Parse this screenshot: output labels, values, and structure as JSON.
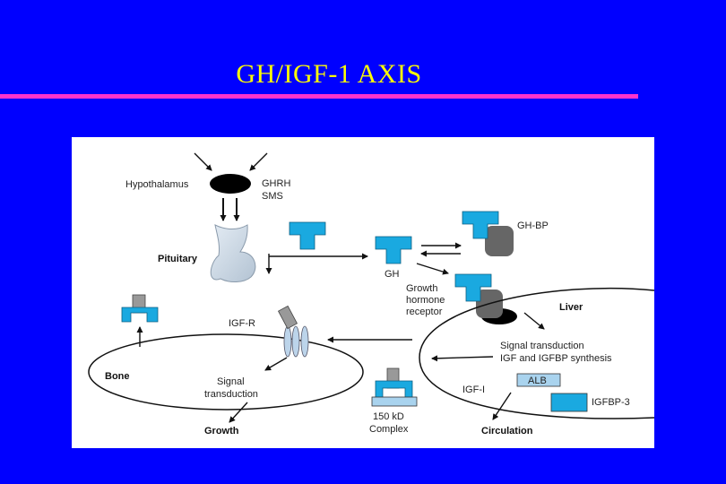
{
  "slide": {
    "title": "GH/IGF-1 AXIS",
    "colors": {
      "background": "#0000ff",
      "title": "#ffff00",
      "rule": "#ff33cc",
      "hormone": "#1aa9e0",
      "grey_receptor": "#666666",
      "alb": "#a9d3ee"
    }
  },
  "diagram": {
    "labels": {
      "hypothalamus": "Hypothalamus",
      "ghrh": "GHRH",
      "sms": "SMS",
      "pituitary": "Pituitary",
      "gh": "GH",
      "gh_bp": "GH-BP",
      "gh_receptor_1": "Growth",
      "gh_receptor_2": "hormone",
      "gh_receptor_3": "receptor",
      "liver": "Liver",
      "signal_synth_1": "Signal transduction",
      "signal_synth_2": "IGF and IGFBP synthesis",
      "igf_r": "IGF-R",
      "bone": "Bone",
      "signal_1": "Signal",
      "signal_2": "transduction",
      "growth": "Growth",
      "complex_1": "150 kD",
      "complex_2": "Complex",
      "igf_i": "IGF-I",
      "alb": "ALB",
      "igfbp3": "IGFBP-3",
      "circulation": "Circulation"
    }
  }
}
